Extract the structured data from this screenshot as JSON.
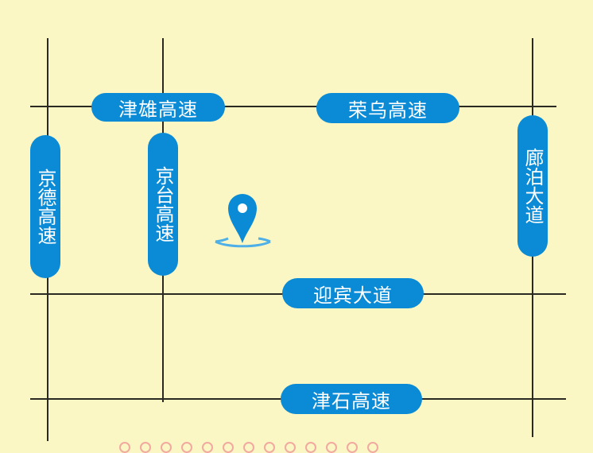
{
  "map": {
    "roads": {
      "jinxiong": "津雄高速",
      "rongwu": "荣乌高速",
      "jingde": "京德高速",
      "jingtai": "京台高速",
      "langbo": "廊泊大道",
      "yingbin": "迎宾大道",
      "jinshi": "津石高速"
    },
    "accent_color": "#0b8bd6",
    "marker_icon": "location-pin-icon"
  }
}
